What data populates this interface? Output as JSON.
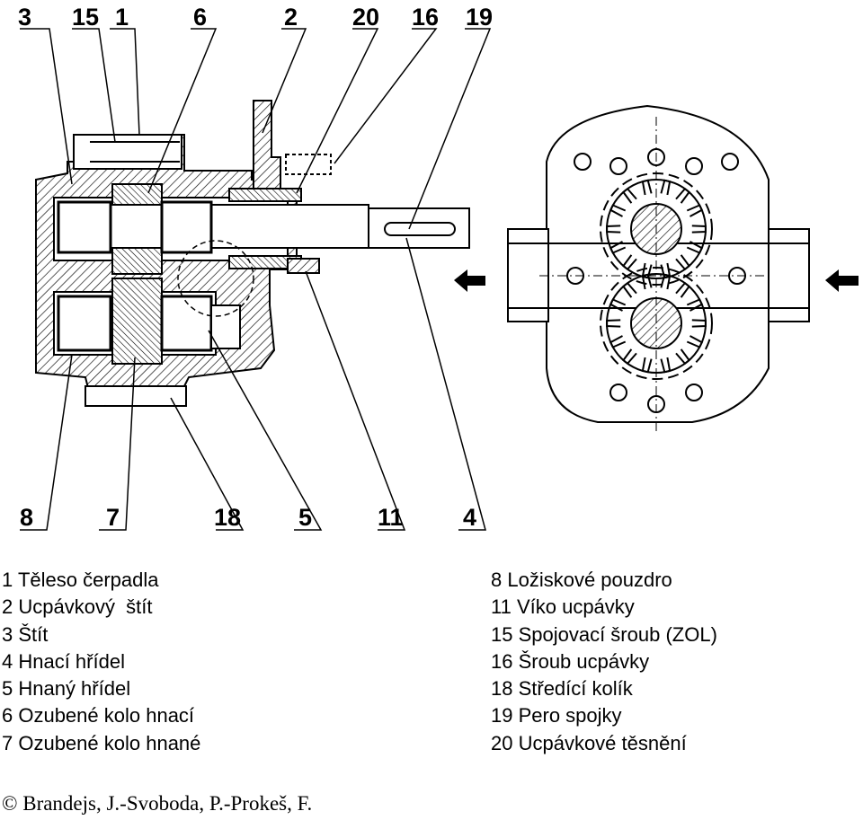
{
  "callouts_top": [
    "3",
    "15",
    "1",
    "6",
    "2",
    "20",
    "16",
    "19"
  ],
  "callouts_bottom": [
    "8",
    "7",
    "18",
    "5",
    "11",
    "4"
  ],
  "legend_left": [
    "1 Těleso čerpadla",
    "2 Ucpávkový  štít",
    "3 Štít",
    "4 Hnací hřídel",
    "5 Hnaný hřídel",
    "6 Ozubené kolo hnací",
    "7 Ozubené kolo hnané"
  ],
  "legend_right": [
    "8 Ložiskové pouzdro",
    "11 Víko ucpávky",
    "15 Spojovací šroub (ZOL)",
    "16 Šroub ucpávky",
    "18 Středící kolík",
    "19 Pero spojky",
    "20 Ucpávkové těsnění"
  ],
  "credit": "© Brandejs, J.-Svoboda, P.-Prokeš, F.",
  "colors": {
    "ink": "#000000",
    "paper": "#ffffff"
  }
}
